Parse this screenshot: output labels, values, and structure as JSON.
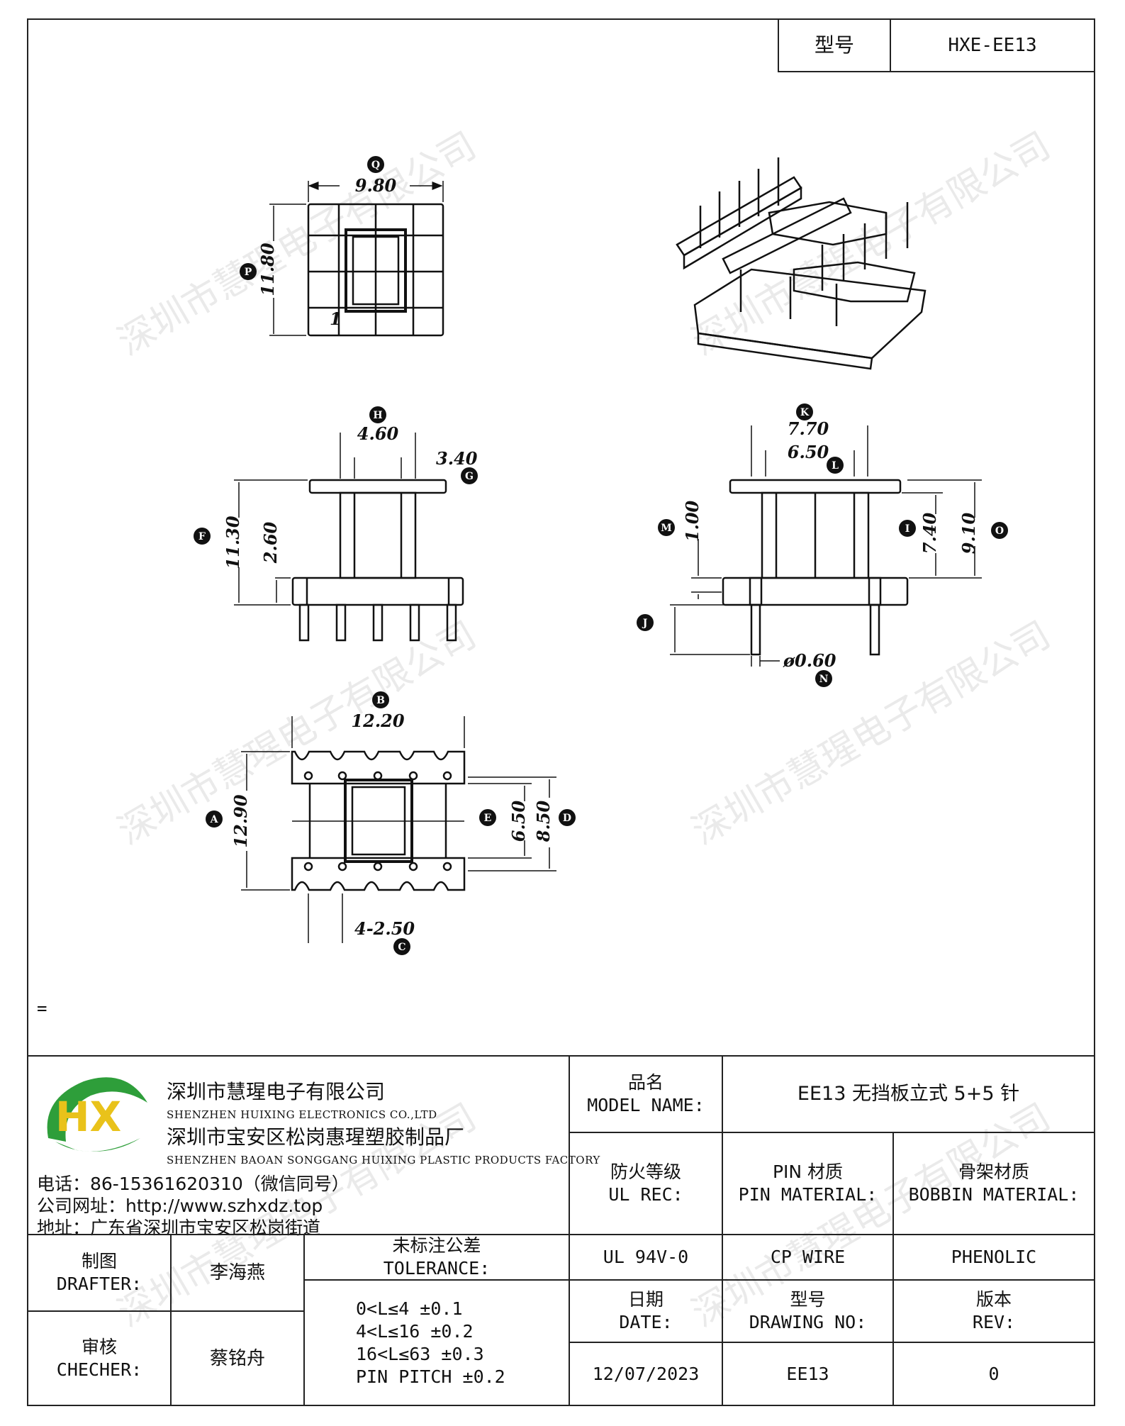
{
  "header": {
    "model_label": "型号",
    "model_value": "HXE-EE13"
  },
  "drawing": {
    "views": {
      "top": {
        "label_q": "Q",
        "dim_q": "9.80",
        "label_p": "P",
        "dim_p": "11.80",
        "pin_one": "1"
      },
      "front": {
        "label_h": "H",
        "dim_h": "4.60",
        "label_g": "G",
        "dim_g": "3.40",
        "label_f": "F",
        "dim_f": "11.30",
        "dim_f2": "2.60"
      },
      "side": {
        "label_k": "K",
        "dim_k": "7.70",
        "label_l": "L",
        "dim_l": "6.50",
        "label_m": "M",
        "dim_m": "1.00",
        "label_i": "I",
        "dim_i": "7.40",
        "label_o": "O",
        "dim_o": "9.10",
        "label_j": "J",
        "label_n": "N",
        "dim_n": "ø0.60"
      },
      "bottom": {
        "label_b": "B",
        "dim_b": "12.20",
        "label_a": "A",
        "dim_a": "12.90",
        "label_e": "E",
        "dim_e": "6.50",
        "label_d": "D",
        "dim_d": "8.50",
        "label_c": "C",
        "dim_c": "4-2.50"
      }
    },
    "note": "="
  },
  "watermark": "深圳市慧瑆电子有限公司",
  "company": {
    "name_cn": "深圳市慧瑆电子有限公司",
    "name_en": "SHENZHEN HUIXING ELECTRONICS CO.,LTD",
    "factory_cn": "深圳市宝安区松岗惠瑆塑胶制品厂",
    "factory_en": "SHENZHEN BAOAN SONGGANG HUIXING PLASTIC PRODUCTS FACTORY",
    "phone": "电话：86-15361620310（微信同号）",
    "website": "公司网址：http://www.szhxdz.top",
    "address": "地址：广东省深圳市宝安区松岗街道",
    "logo_letters": "HX",
    "logo_colors": {
      "green": "#2e9e3a",
      "yellow": "#e9c21a"
    }
  },
  "title_block": {
    "model_name_cn": "品名",
    "model_name_en": "MODEL NAME:",
    "model_name_value": "EE13 无挡板立式 5+5 针",
    "ul_cn": "防火等级",
    "ul_en": "UL REC:",
    "ul_value": "UL 94V-0",
    "pin_cn": "PIN 材质",
    "pin_en": "PIN MATERIAL:",
    "pin_value": "CP WIRE",
    "bobbin_cn": "骨架材质",
    "bobbin_en": "BOBBIN MATERIAL:",
    "bobbin_value": "PHENOLIC",
    "drafter_cn": "制图",
    "drafter_en": "DRAFTER:",
    "drafter_value": "李海燕",
    "checker_cn": "审核",
    "checker_en": "CHECHER:",
    "checker_value": "蔡铭舟",
    "tolerance_cn": "未标注公差",
    "tolerance_en": "TOLERANCE:",
    "tolerance_lines": [
      "0<L≤4  ±0.1",
      "4<L≤16 ±0.2",
      "16<L≤63 ±0.3",
      "PIN PITCH ±0.2"
    ],
    "date_cn": "日期",
    "date_en": "DATE:",
    "date_value": "12/07/2023",
    "drawing_no_cn": "型号",
    "drawing_no_en": "DRAWING NO:",
    "drawing_no_value": "EE13",
    "rev_cn": "版本",
    "rev_en": "REV:",
    "rev_value": "0"
  }
}
